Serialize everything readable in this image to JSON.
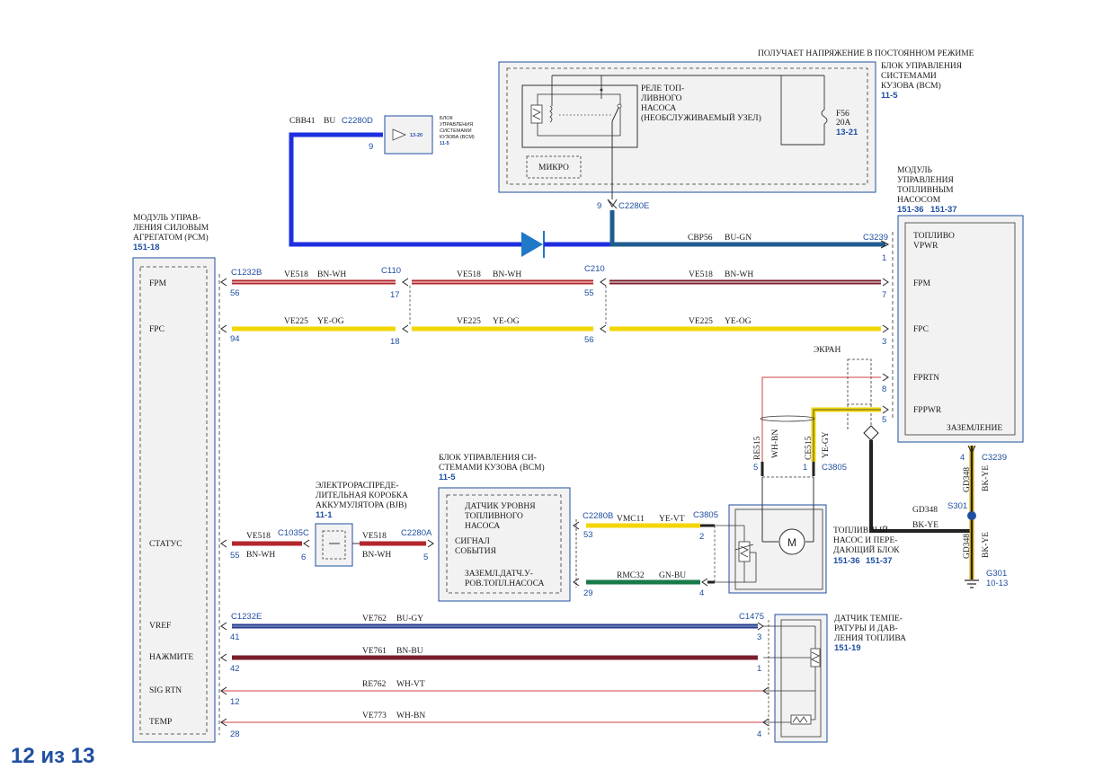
{
  "page_label": "12 из 13",
  "bcm_top": {
    "note": "ПОЛУЧАЕТ НАПРЯЖЕНИЕ В ПОСТОЯННОМ РЕЖИМЕ",
    "title_lines": [
      "БЛОК УПРАВЛЕНИЯ",
      "СИСТЕМАМИ",
      "КУЗОВА (BCM)"
    ],
    "ref": "11-5",
    "relay_lines": [
      "РЕЛЕ ТОП-",
      "ЛИВНОГО",
      "НАСОСА",
      "(НЕОБСЛУЖИВАЕМЫЙ УЗЕЛ)"
    ],
    "micro": "МИКРО",
    "fuse_name": "F56",
    "fuse_rating": "20A",
    "fuse_ref": "13-21"
  },
  "bcm_small": {
    "wire": "CBB41",
    "color": "BU",
    "connector": "C2280D",
    "pin": "9",
    "inner_ref": "13-20",
    "label_lines": [
      "БЛОК",
      "УПРАВЛЕНИЯ",
      "СИСТЕМАМИ",
      "КУЗОВА (BCM)"
    ],
    "ref": "11-5"
  },
  "pcm": {
    "title_lines": [
      "МОДУЛЬ УПРАВ-",
      "ЛЕНИЯ СИЛОВЫМ",
      "АГРЕГАТОМ (PCM)"
    ],
    "ref": "151-18",
    "pins": [
      "FPM",
      "FPC",
      "СТАТУС",
      "VREF",
      "НАЖМИТЕ",
      "SIG RTN",
      "TEMP"
    ]
  },
  "fpdm": {
    "title_lines": [
      "МОДУЛЬ",
      "УПРАВЛЕНИЯ",
      "ТОПЛИВНЫМ",
      "НАСОСОМ"
    ],
    "refs": [
      "151-36",
      "151-37"
    ],
    "pins": [
      "ТОПЛИВО",
      "VPWR",
      "FPM",
      "FPC",
      "FPRTN",
      "FPPWR",
      "ЗАЗЕМЛЕНИЕ"
    ],
    "connector": "C3239",
    "pin_numbers": [
      "1",
      "7",
      "3",
      "8",
      "5",
      "4"
    ]
  },
  "bjb": {
    "title_lines": [
      "ЭЛЕКТРОРАСПРЕДЕ-",
      "ЛИТЕЛЬНАЯ КОРОБКА",
      "АККУМУЛЯТОРА (BJB)"
    ],
    "ref": "11-1"
  },
  "bcm_sensor": {
    "title_lines": [
      "БЛОК УПРАВЛЕНИЯ СИ-",
      "СТЕМАМИ КУЗОВА (BCM)"
    ],
    "ref": "11-5",
    "inner_lines": [
      "ДАТЧИК УРОВНЯ",
      "ТОПЛИВНОГО",
      "НАСОСА"
    ],
    "signal_lines": [
      "СИГНАЛ",
      "СОБЫТИЯ"
    ],
    "ground_lines": [
      "ЗАЗЕМЛ.ДАТЧ.У-",
      "РОВ.ТОПЛ.НАСОСА"
    ]
  },
  "pump": {
    "title_lines": [
      "ТОПЛИВНЫЙ",
      "НАСОС И ПЕРЕ-",
      "ДАЮЩИЙ БЛОК"
    ],
    "refs": [
      "151-36",
      "151-37"
    ],
    "connector": "C3805"
  },
  "sensor": {
    "title_lines": [
      "ДАТЧИК ТЕМПЕ-",
      "РАТУРЫ И ДАВ-",
      "ЛЕНИЯ ТОПЛИВА"
    ],
    "ref": "151-19",
    "connector": "C1475"
  },
  "screen_label": "ЭКРАН",
  "ground": {
    "wire": "GD348",
    "color": "BK-YE",
    "splice": "S301",
    "point": "G301",
    "point_ref": "10-13"
  },
  "connectors": {
    "c1232b": "C1232B",
    "c110": "C110",
    "c210": "C210",
    "c2280e": "C2280E",
    "c1035c": "C1035C",
    "c2280a": "C2280A",
    "c2280b": "C2280B",
    "c3805": "C3805",
    "c1232e": "C1232E"
  },
  "wires": {
    "cbp56": {
      "name": "CBP56",
      "color": "BU-GN"
    },
    "ve518": {
      "name": "VE518",
      "color": "BN-WH"
    },
    "ve225": {
      "name": "VE225",
      "color": "YE-OG"
    },
    "vmc11": {
      "name": "VMC11",
      "color": "YE-VT"
    },
    "rmc32": {
      "name": "RMC32",
      "color": "GN-BU"
    },
    "ve762": {
      "name": "VE762",
      "color": "BU-GY"
    },
    "ve761": {
      "name": "VE761",
      "color": "BN-BU"
    },
    "re762": {
      "name": "RE762",
      "color": "WH-VT"
    },
    "ve773": {
      "name": "VE773",
      "color": "WH-BN"
    },
    "re515": {
      "name": "RE515",
      "color": "WH-BN"
    },
    "ce515": {
      "name": "CE515",
      "color": "YE-GY"
    }
  },
  "pin_numbers": {
    "c2280e": "9",
    "pcm_fpm": "56",
    "c110_fpm": "17",
    "c210_fpm": "55",
    "pcm_fpc": "94",
    "c110_fpc": "18",
    "c210_fpc": "56",
    "pcm_status": "55",
    "c1035c": "6",
    "c2280a": "5",
    "c2280b_sig": "53",
    "c2280b_gnd": "29",
    "c3805_sig": "2",
    "c3805_gnd": "4",
    "c3805_re": "5",
    "c3805_ce": "1",
    "pcm_vref": "41",
    "pcm_press": "42",
    "pcm_sigrtn": "12",
    "pcm_temp": "28",
    "c1475_vref": "3",
    "c1475_press": "1",
    "c1475_temp": "4"
  },
  "colors": {
    "blue_wire": "#1d2fe0",
    "blue_gn_wire": "#1f5c8f",
    "brown_wire": "#b3262b",
    "yellow_wire": "#f2d600",
    "green_wire": "#1a7a4a",
    "navy_wire": "#253a8a",
    "maroon_wire": "#7a1e2a",
    "thin_red": "#d24040",
    "accent": "#1f4fa0",
    "box_fill": "#f2f2f2"
  }
}
